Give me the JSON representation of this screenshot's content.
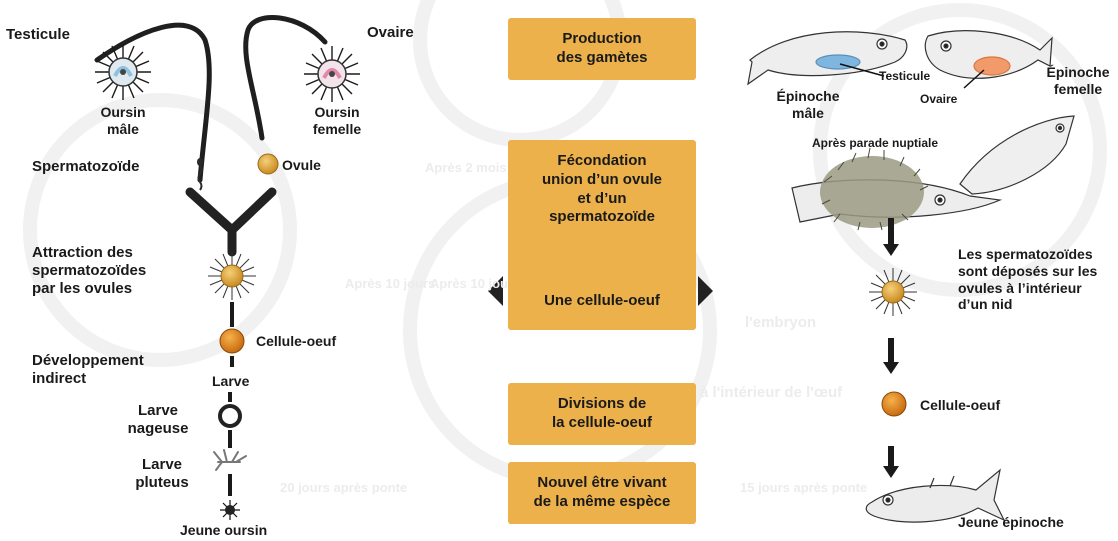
{
  "colors": {
    "box_fill": "#ecb14a",
    "egg_fill": "#d99a2e",
    "zygote_fill": "#e28a1e",
    "male_urchin_accent": "#8fc1dd",
    "female_urchin_accent": "#e08aa8",
    "testis_fill": "#7fb6e0",
    "ovary_fill": "#f29a6a",
    "ink": "#1a1a1a"
  },
  "left_panel": {
    "testicule": "Testicule",
    "ovaire": "Ovaire",
    "oursin_male": [
      "Oursin",
      "mâle"
    ],
    "oursin_femelle": [
      "Oursin",
      "femelle"
    ],
    "spermatozoide": "Spermatozoïde",
    "ovule": "Ovule",
    "attraction": [
      "Attraction des",
      "spermatozoïdes",
      "par les ovules"
    ],
    "cellule_oeuf": "Cellule-oeuf",
    "developpement": [
      "Développement",
      "indirect"
    ],
    "larve": "Larve",
    "larve_nageuse": [
      "Larve",
      "nageuse"
    ],
    "larve_pluteus": [
      "Larve",
      "pluteus"
    ],
    "jeune_oursin": "Jeune oursin"
  },
  "center_panel": {
    "production": [
      "Production",
      "des gamètes"
    ],
    "fecondation": [
      "Fécondation",
      "union d’un ovule",
      "et d’un",
      "spermatozoïde"
    ],
    "une_cellule_oeuf": "Une cellule-oeuf",
    "divisions": [
      "Divisions de",
      "la cellule-oeuf"
    ],
    "nouvel_etre": [
      "Nouvel être vivant",
      "de la même espèce"
    ]
  },
  "right_panel": {
    "testicule": "Testicule",
    "ovaire": "Ovaire",
    "epinoche_male": [
      "Épinoche",
      "mâle"
    ],
    "epinoche_femelle": [
      "Épinoche",
      "femelle"
    ],
    "apres_parade": "Après parade nuptiale",
    "spermatozoides_deposes": [
      "Les spermatozoïdes",
      "sont déposés sur les",
      "ovules à l’intérieur",
      "d’un nid"
    ],
    "cellule_oeuf": "Cellule-oeuf",
    "jeune_epinoche": "Jeune épinoche"
  },
  "background_text": {
    "apres_2_mois": "Après 2 mois",
    "apres_10_jours": "Après 10 jours",
    "l_embryon": "l'embryon",
    "a_l_interieur": "à l'intérieur de l'œuf",
    "vingt_jours": "20 jours après ponte",
    "quinze_jours": "15 jours après ponte"
  }
}
